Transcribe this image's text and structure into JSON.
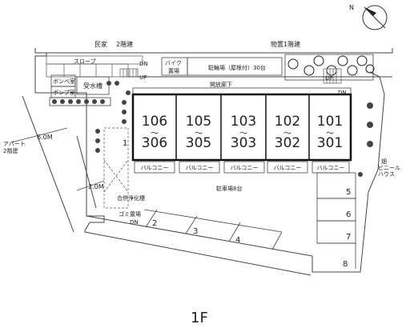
{
  "compass": {
    "north": "N"
  },
  "labels": {
    "neighbor_house": "民家",
    "neighbor_house_floors": "2階建",
    "neighbor_shed": "物置1階建",
    "slope": "スロープ",
    "dn": "DN",
    "up": "UP",
    "bike_storage_1": "バイク",
    "bike_storage_2": "置場",
    "bicycle_parking": "駐輪場（屋根付）30台",
    "pump_room": "ボンベ室",
    "pump_room_2": "ポンプ室",
    "water_tank": "受水槽",
    "open_corridor": "開放廊下",
    "apartment": "アパート",
    "apartment_floors": "2階建",
    "distance_6m": "6.0M",
    "distance_2m": "2.0M",
    "septic_tank": "合併浄化槽",
    "garbage_area": "ゴミ置場",
    "parking_lot": "駐車場8台",
    "balcony": "バルコニー",
    "field_1": "畑",
    "field_2": "ビニール",
    "field_3": "ハウス",
    "tilde": "～",
    "floor": "1F"
  },
  "units": [
    {
      "top": "106",
      "bottom": "306"
    },
    {
      "top": "105",
      "bottom": "305"
    },
    {
      "top": "103",
      "bottom": "303"
    },
    {
      "top": "102",
      "bottom": "302"
    },
    {
      "top": "101",
      "bottom": "301"
    }
  ],
  "parking_numbers": [
    "1",
    "2",
    "3",
    "4",
    "5",
    "6",
    "7",
    "8"
  ]
}
